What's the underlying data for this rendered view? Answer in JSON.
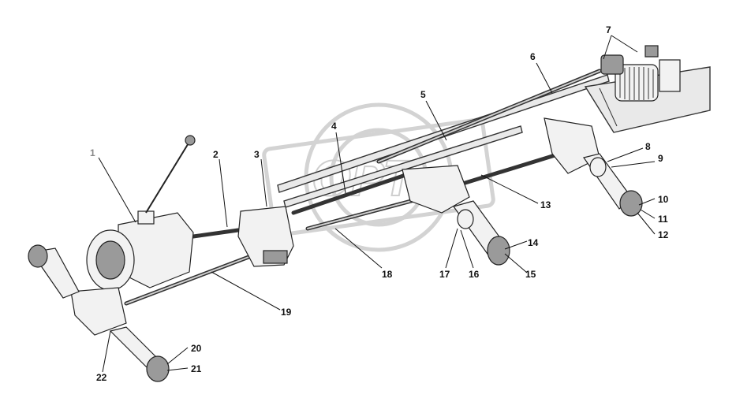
{
  "watermark": {
    "text": "ОРТ"
  },
  "callouts": [
    "1",
    "2",
    "3",
    "4",
    "5",
    "6",
    "7",
    "8",
    "9",
    "10",
    "11",
    "12",
    "13",
    "14",
    "15",
    "16",
    "17",
    "18",
    "19",
    "20",
    "21",
    "22"
  ]
}
